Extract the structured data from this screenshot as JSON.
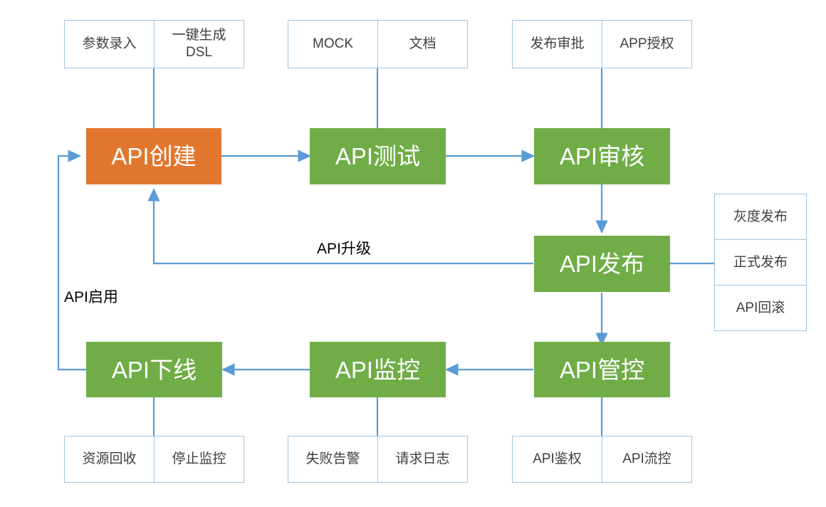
{
  "diagram": {
    "title": "API lifecycle flow",
    "colors": {
      "node_green": "#70ad47",
      "node_orange": "#e2762e",
      "edge_blue": "#5b9bd5",
      "attr_border": "#9dc3e6",
      "attr_text": "#3f3f3f",
      "label_text": "#000000"
    },
    "nodes": [
      {
        "id": "api-create",
        "label": "API创建",
        "color": "orange"
      },
      {
        "id": "api-test",
        "label": "API测试",
        "color": "green"
      },
      {
        "id": "api-review",
        "label": "API审核",
        "color": "green"
      },
      {
        "id": "api-publish",
        "label": "API发布",
        "color": "green"
      },
      {
        "id": "api-govern",
        "label": "API管控",
        "color": "green"
      },
      {
        "id": "api-monitor",
        "label": "API监控",
        "color": "green"
      },
      {
        "id": "api-offline",
        "label": "API下线",
        "color": "green"
      }
    ],
    "attribute_groups": [
      {
        "id": "create-attrs",
        "owner": "api-create",
        "orientation": "horizontal",
        "cells": [
          "参数录入",
          "一键生成\nDSL"
        ]
      },
      {
        "id": "test-attrs",
        "owner": "api-test",
        "orientation": "horizontal",
        "cells": [
          "MOCK",
          "文档"
        ]
      },
      {
        "id": "review-attrs",
        "owner": "api-review",
        "orientation": "horizontal",
        "cells": [
          "发布审批",
          "APP授权"
        ]
      },
      {
        "id": "publish-attrs",
        "owner": "api-publish",
        "orientation": "vertical",
        "cells": [
          "灰度发布",
          "正式发布",
          "API回滚"
        ]
      },
      {
        "id": "offline-attrs",
        "owner": "api-offline",
        "orientation": "horizontal",
        "cells": [
          "资源回收",
          "停止监控"
        ]
      },
      {
        "id": "monitor-attrs",
        "owner": "api-monitor",
        "orientation": "horizontal",
        "cells": [
          "失败告警",
          "请求日志"
        ]
      },
      {
        "id": "govern-attrs",
        "owner": "api-govern",
        "orientation": "horizontal",
        "cells": [
          "API鉴权",
          "API流控"
        ]
      }
    ],
    "edge_labels": [
      {
        "id": "api-upgrade",
        "label": "API升级"
      },
      {
        "id": "api-enable",
        "label": "API启用"
      }
    ]
  }
}
